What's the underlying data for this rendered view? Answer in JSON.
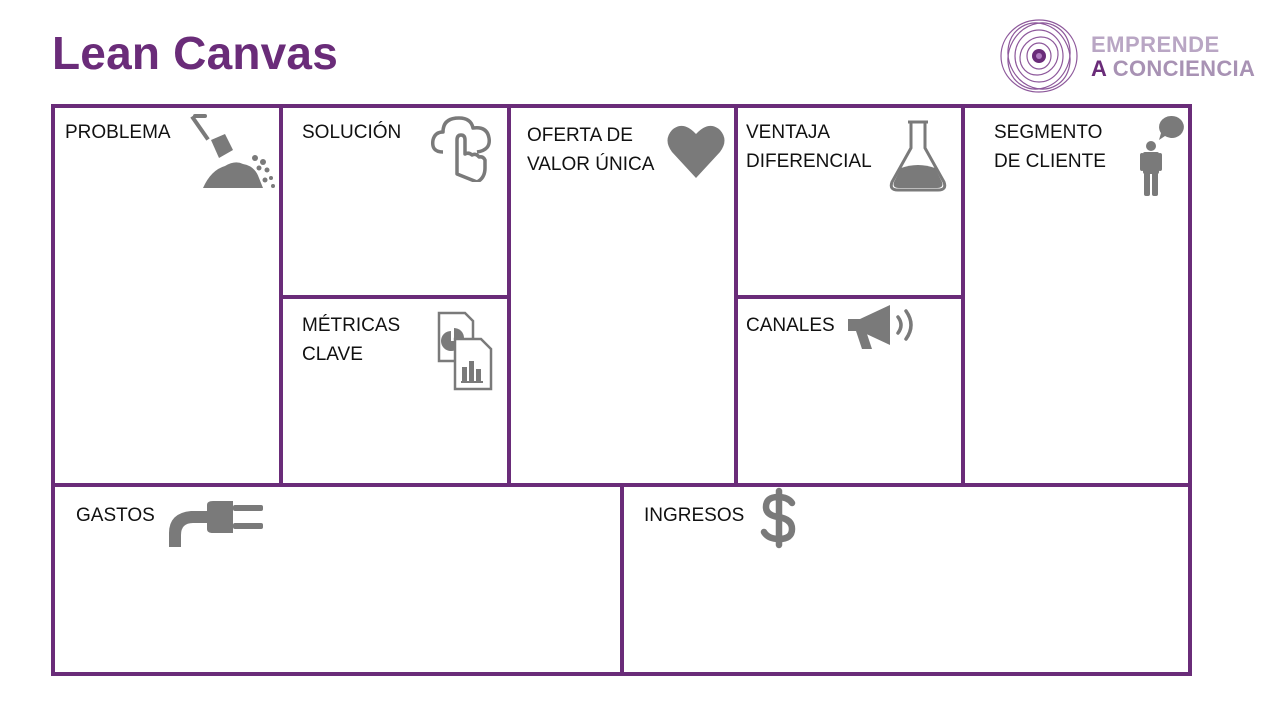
{
  "title": "Lean Canvas",
  "logo": {
    "line1": "EMPRENDE",
    "line2_a": "A",
    "line2_rest": "CONCIENCIA"
  },
  "colors": {
    "border": "#6a2c79",
    "icon": "#7a7a7a",
    "title": "#6a2c79"
  },
  "sections": {
    "problema": {
      "label": "PROBLEMA",
      "icon": "shovel-icon"
    },
    "solucion": {
      "label": "SOLUCIÓN",
      "icon": "cloud-touch-icon"
    },
    "oferta": {
      "label": "OFERTA DE\nVALOR ÚNICA",
      "icon": "heart-icon"
    },
    "ventaja": {
      "label": "VENTAJA\nDIFERENCIAL",
      "icon": "flask-icon"
    },
    "segmento": {
      "label": "SEGMENTO\nDE CLIENTE",
      "icon": "person-speech-icon"
    },
    "metricas": {
      "label": "MÉTRICAS\nCLAVE",
      "icon": "reports-icon"
    },
    "canales": {
      "label": "CANALES",
      "icon": "megaphone-icon"
    },
    "gastos": {
      "label": "GASTOS",
      "icon": "plug-icon"
    },
    "ingresos": {
      "label": "INGRESOS",
      "icon": "dollar-icon"
    }
  }
}
